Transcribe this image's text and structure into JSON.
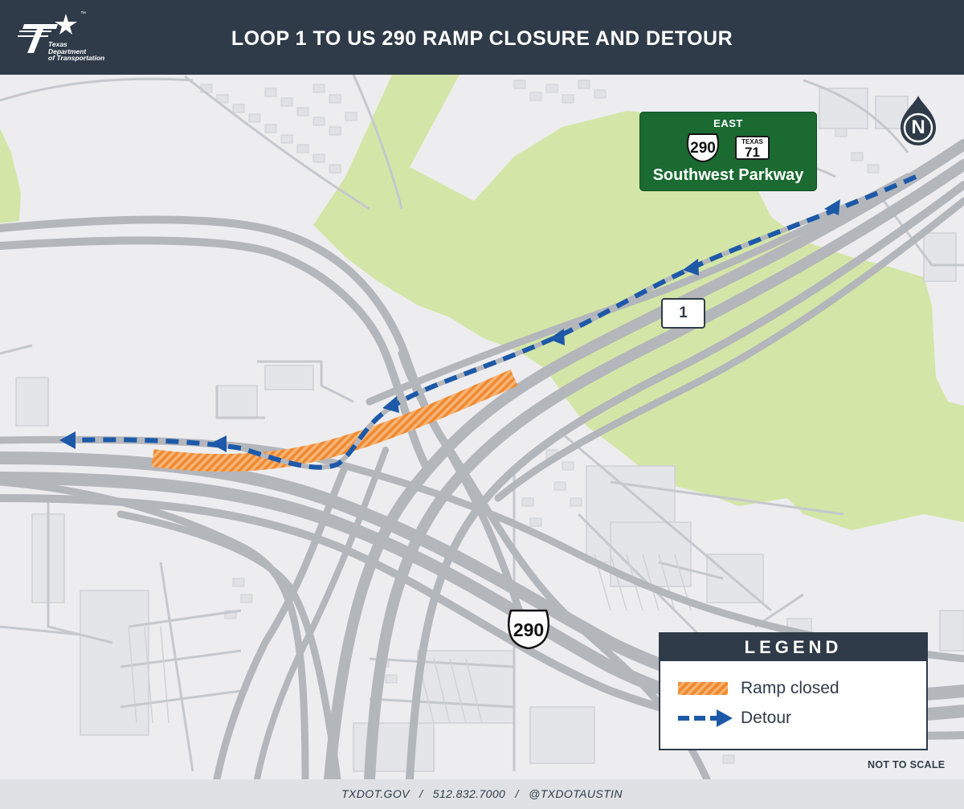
{
  "header": {
    "title": "LOOP 1 TO US 290 RAMP CLOSURE AND DETOUR",
    "logo_text": "Texas\nDepartment\nof Transportation",
    "logo_tm": "™"
  },
  "guide_sign": {
    "direction": "EAST",
    "us_route": "290",
    "texas_label": "TEXAS",
    "texas_route": "71",
    "name": "Southwest Parkway",
    "color": "#1a6a32"
  },
  "map": {
    "compass_letter": "N",
    "loop_shield": "1",
    "us_shield": "290",
    "colors": {
      "background": "#ededf0",
      "road": "#b3b6bb",
      "park": "#d3e6a7",
      "building_fill": "#e4e5e8",
      "building_stroke": "#cfd1d5",
      "closure": "#f08a30",
      "detour": "#1d59a8"
    },
    "not_to_scale": "NOT TO SCALE"
  },
  "legend": {
    "title": "LEGEND",
    "items": [
      {
        "label": "Ramp closed",
        "symbol": "hatched-orange"
      },
      {
        "label": "Detour",
        "symbol": "dashed-blue-arrow"
      }
    ]
  },
  "footer": {
    "website": "TXDOT.GOV",
    "phone": "512.832.7000",
    "social": "@TXDOTAUSTIN",
    "separator": "/"
  }
}
